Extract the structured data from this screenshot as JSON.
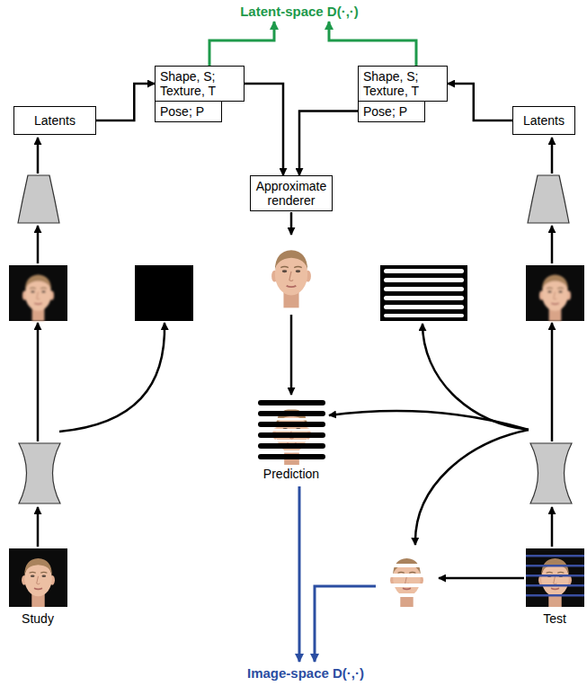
{
  "diagram": {
    "nodes": [
      {
        "text": [
          "Latents"
        ]
      },
      {
        "text": [
          "Shape, S; Texture, T"
        ]
      },
      {
        "text": [
          "Pose; P"
        ]
      },
      {
        "text": [
          "Approximate renderer"
        ]
      },
      {
        "text": [
          "Shape, S; Texture, T"
        ]
      },
      {
        "text": [
          "Pose; P"
        ]
      },
      {
        "text": [
          "Latents"
        ]
      }
    ],
    "edges": [
      {
        "from": 0,
        "to": 1,
        "arrow": "to"
      },
      {
        "from": 6,
        "to": 4,
        "arrow": "to"
      },
      {
        "from": 1,
        "to": 3,
        "arrow": "to"
      },
      {
        "from": 5,
        "to": 3,
        "arrow": "to"
      }
    ],
    "labels": [
      "Latent-space D(·,·)",
      "Prediction",
      "Study",
      "Test",
      "Image-space D(·,·)"
    ]
  }
}
